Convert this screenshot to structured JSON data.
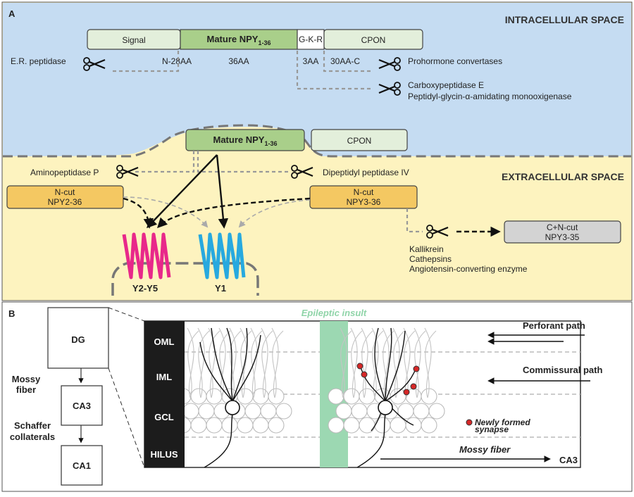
{
  "panel_a": {
    "label": "A",
    "intracellular_label": "INTRACELLULAR SPACE",
    "extracellular_label": "EXTRACELLULAR SPACE",
    "prohormone": {
      "signal": "Signal",
      "mature": "Mature NPY",
      "mature_sub": "1-36",
      "gkr": "G-K-R",
      "cpon": "CPON"
    },
    "lengths": {
      "n28": "N-28AA",
      "aa36": "36AA",
      "aa3": "3AA",
      "aa30": "30AA-C"
    },
    "enzymes": {
      "er": "E.R. peptidase",
      "prohormone_convertases": "Prohormone convertases",
      "carboxypeptidase": "Carboxypeptidase E",
      "pam": "Peptidyl-glycin-α-amidating monooxigenase",
      "aminopeptidase": "Aminopeptidase P",
      "dpp4": "Dipeptidyl peptidase IV",
      "kallikrein": "Kallikrein",
      "cathepsins": "Cathepsins",
      "ace": "Angiotensin-converting enzyme"
    },
    "vesicle": {
      "mature": "Mature NPY",
      "mature_sub": "1-36",
      "cpon": "CPON"
    },
    "ncut1": {
      "line1": "N-cut",
      "line2": "NPY2-36"
    },
    "ncut2": {
      "line1": "N-cut",
      "line2": "NPY3-36"
    },
    "cncut": {
      "line1": "C+N-cut",
      "line2": "NPY3-35"
    },
    "receptors": {
      "y2y5": "Y2-Y5",
      "y1": "Y1"
    }
  },
  "panel_b": {
    "label": "B",
    "dg": "DG",
    "mossy_fiber_left": [
      "Mossy",
      "fiber"
    ],
    "ca3": "CA3",
    "schaffer": [
      "Schaffer",
      "collaterals"
    ],
    "ca1": "CA1",
    "layers": [
      "OML",
      "IML",
      "GCL",
      "HILUS"
    ],
    "insult": "Epileptic insult",
    "perforant": "Perforant path",
    "commissural": "Commissural path",
    "synapse_legend": [
      "Newly formed",
      "synapse"
    ],
    "mossy_fiber_right": "Mossy fiber",
    "ca3_out": "CA3"
  },
  "colors": {
    "intracellular": "#c5dcf2",
    "extracellular": "#fdf3bf",
    "signal_box": "#e3efdb",
    "mature_box": "#a9cf8a",
    "ncut_box": "#f4c862",
    "cncut_box": "#d3d3d3",
    "y2y5": "#e8288a",
    "y1": "#27a9df",
    "insult": "#9cd8b2",
    "layer_bar": "#1c1c1c",
    "synapse": "#d62828"
  }
}
